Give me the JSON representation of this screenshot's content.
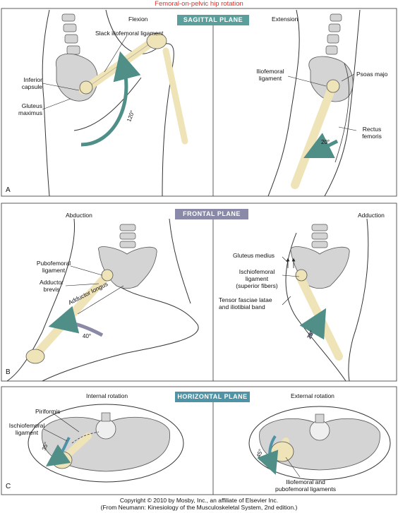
{
  "title": "Femoral-on-pelvic hip rotation",
  "planes": {
    "sagittal": "SAGITTAL PLANE",
    "frontal": "FRONTAL PLANE",
    "horizontal": "HORIZONTAL PLANE"
  },
  "panel_a": {
    "letter": "A",
    "left_heading": "Flexion",
    "right_heading": "Extension",
    "labels": {
      "slack_ligament": "Slack iliofemoral ligament",
      "inferior_capsule": "Inferior\ncapsule",
      "gluteus_maximus": "Gluteus\nmaximus",
      "iliofemoral_ligament": "Iliofemoral\nligament",
      "psoas": "Psoas majo",
      "rectus_femoris": "Rectus\nfemoris"
    },
    "angles": {
      "flexion": "120°",
      "extension": "20°"
    }
  },
  "panel_b": {
    "letter": "B",
    "left_heading": "Abduction",
    "right_heading": "Adduction",
    "labels": {
      "pubofemoral": "Pubofemoral\nligament",
      "adductor_brevis": "Adductor\nbrevis",
      "adductor_longus": "Adductor longus",
      "gluteus_medius": "Gluteus medius",
      "ischiofemoral_sup": "Ischiofemoral\nligament\n(superior fibers)",
      "tensor": "Tensor fasciae latae\nand iliotibial band"
    },
    "angles": {
      "abduction": "40°",
      "adduction": "25°"
    }
  },
  "panel_c": {
    "letter": "C",
    "left_heading": "Internal rotation",
    "right_heading": "External rotation",
    "labels": {
      "piriformis": "Piriformis",
      "ischiofemoral": "Ischiofemoral\nligament",
      "ilio_pubo": "Iliofemoral and\npubofemoral ligaments"
    },
    "angles": {
      "internal": "35°",
      "external": "45°"
    }
  },
  "footer": {
    "line1": "Copyright © 2010 by Mosby, Inc., an affiliate of Elsevier Inc.",
    "line2": "(From Neumann: Kinesiology of the Musculoskeletal System, 2nd edition.)"
  },
  "colors": {
    "bone": "#efe3b8",
    "pelvis": "#d4d4d4",
    "sagittal_band": "#5a9f9b",
    "frontal_band": "#8a8aa8",
    "horizontal_band": "#4f93a6",
    "arrow": "#4f8f88",
    "title_red": "#e0302a"
  }
}
